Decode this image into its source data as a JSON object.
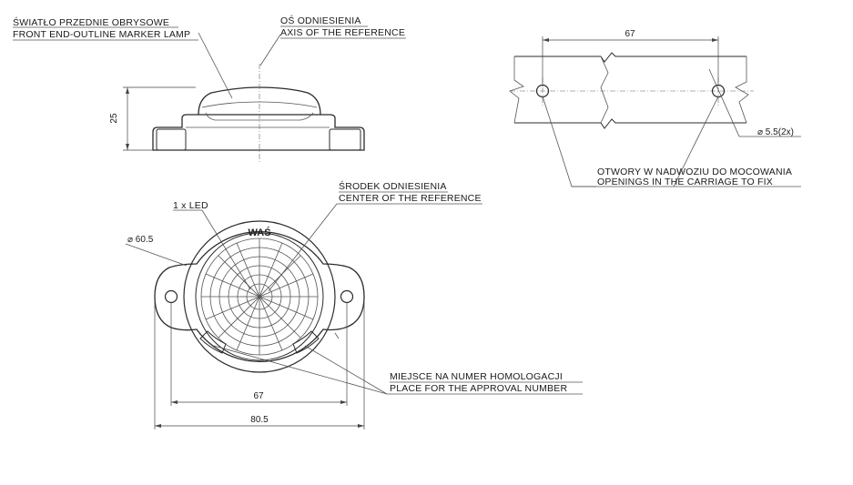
{
  "labels": {
    "lamp_pl": "ŚWIATŁO PRZEDNIE OBRYSOWE",
    "lamp_en": "FRONT END-OUTLINE MARKER LAMP",
    "axis_pl": "OŚ ODNIESIENIA",
    "axis_en": "AXIS OF THE REFERENCE",
    "center_pl": "ŚRODEK ODNIESIENIA",
    "center_en": "CENTER OF THE REFERENCE",
    "led": "1 x LED",
    "holes_pl": "OTWORY W NADWOZIU DO MOCOWANIA",
    "holes_en": "OPENINGS IN THE CARRIAGE TO FIX",
    "approval_pl": "MIEJSCE NA NUMER HOMOLOGACJI",
    "approval_en": "PLACE FOR THE APPROVAL NUMBER",
    "brand": "WAŚ"
  },
  "dimensions": {
    "height": "25",
    "hole_spacing_top": "67",
    "hole_diameter": "⌀ 5.5(2x)",
    "lens_diameter": "⌀ 60.5",
    "hole_spacing_front": "67",
    "overall_width": "80.5"
  },
  "colors": {
    "line": "#2b2b2b",
    "background": "#ffffff"
  }
}
